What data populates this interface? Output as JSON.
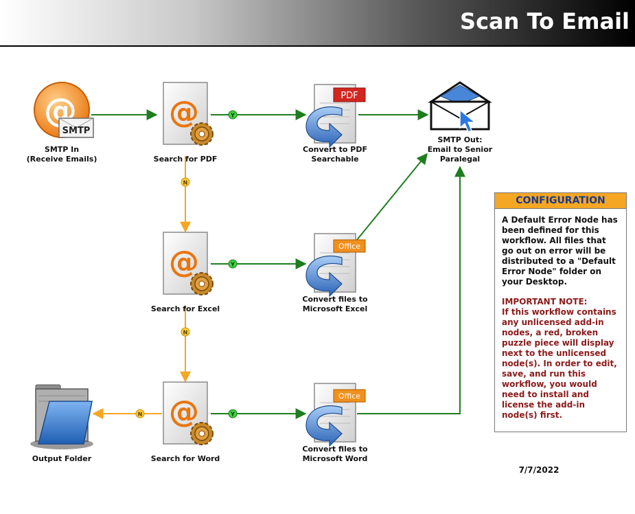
{
  "header": {
    "title": "Scan To Email"
  },
  "nodes": {
    "smtp_in": {
      "label": "SMTP In\n(Receive Emails)",
      "badge": "SMTP"
    },
    "search_pdf": {
      "label": "Search for PDF"
    },
    "convert_pdf": {
      "label": "Convert to PDF\nSearchable",
      "badge": "PDF"
    },
    "smtp_out": {
      "label": "SMTP Out:\nEmail to Senior\nParalegal"
    },
    "search_excel": {
      "label": "Search for Excel"
    },
    "convert_excel": {
      "label": "Convert files to\nMicrosoft Excel",
      "badge": "Office"
    },
    "output_folder": {
      "label": "Output Folder"
    },
    "search_word": {
      "label": "Search for Word"
    },
    "convert_word": {
      "label": "Convert files to\nMicrosoft Word",
      "badge": "Office"
    }
  },
  "connector_labels": {
    "yes": "Y",
    "no": "N"
  },
  "config": {
    "title": "CONFIGURATION",
    "body": "A Default Error Node has been defined for this workflow. All files that go out on error will be distributed to a \"Default Error Node\" folder on your Desktop.",
    "note_title": "IMPORTANT NOTE:",
    "note": "If this workflow contains any unlicensed add-in nodes, a red, broken puzzle piece will display next to the unlicensed node(s). In order to edit, save, and run this workflow, you would need to install and license the add-in node(s) first."
  },
  "date": "7/7/2022",
  "colors": {
    "yes_line": "#1e7d1e",
    "no_line": "#f5a623",
    "config_header": "#f5a623",
    "note_text": "#8b1a1a"
  }
}
